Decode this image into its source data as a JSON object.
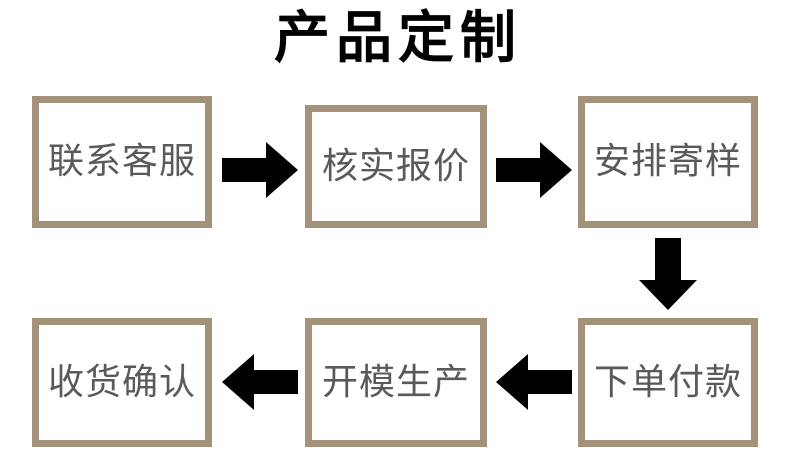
{
  "title": "产品定制",
  "theme": {
    "box_border_color": "#a3917a",
    "box_fill_color": "#ffffff",
    "box_text_color": "#5a5a5a",
    "title_color": "#000000",
    "arrow_color": "#000000",
    "background_color": "#ffffff"
  },
  "nodes": [
    {
      "id": "contact-service",
      "label": "联系客服"
    },
    {
      "id": "verify-quote",
      "label": "核实报价"
    },
    {
      "id": "arrange-sample",
      "label": "安排寄样"
    },
    {
      "id": "place-order-pay",
      "label": "下单付款"
    },
    {
      "id": "mold-production",
      "label": "开模生产"
    },
    {
      "id": "confirm-receipt",
      "label": "收货确认"
    }
  ],
  "arrows": [
    {
      "id": "arrow-1",
      "direction": "right",
      "from": "contact-service",
      "to": "verify-quote"
    },
    {
      "id": "arrow-2",
      "direction": "right",
      "from": "verify-quote",
      "to": "arrange-sample"
    },
    {
      "id": "arrow-3",
      "direction": "down",
      "from": "arrange-sample",
      "to": "place-order-pay"
    },
    {
      "id": "arrow-4",
      "direction": "left",
      "from": "place-order-pay",
      "to": "mold-production"
    },
    {
      "id": "arrow-5",
      "direction": "left",
      "from": "mold-production",
      "to": "confirm-receipt"
    }
  ]
}
